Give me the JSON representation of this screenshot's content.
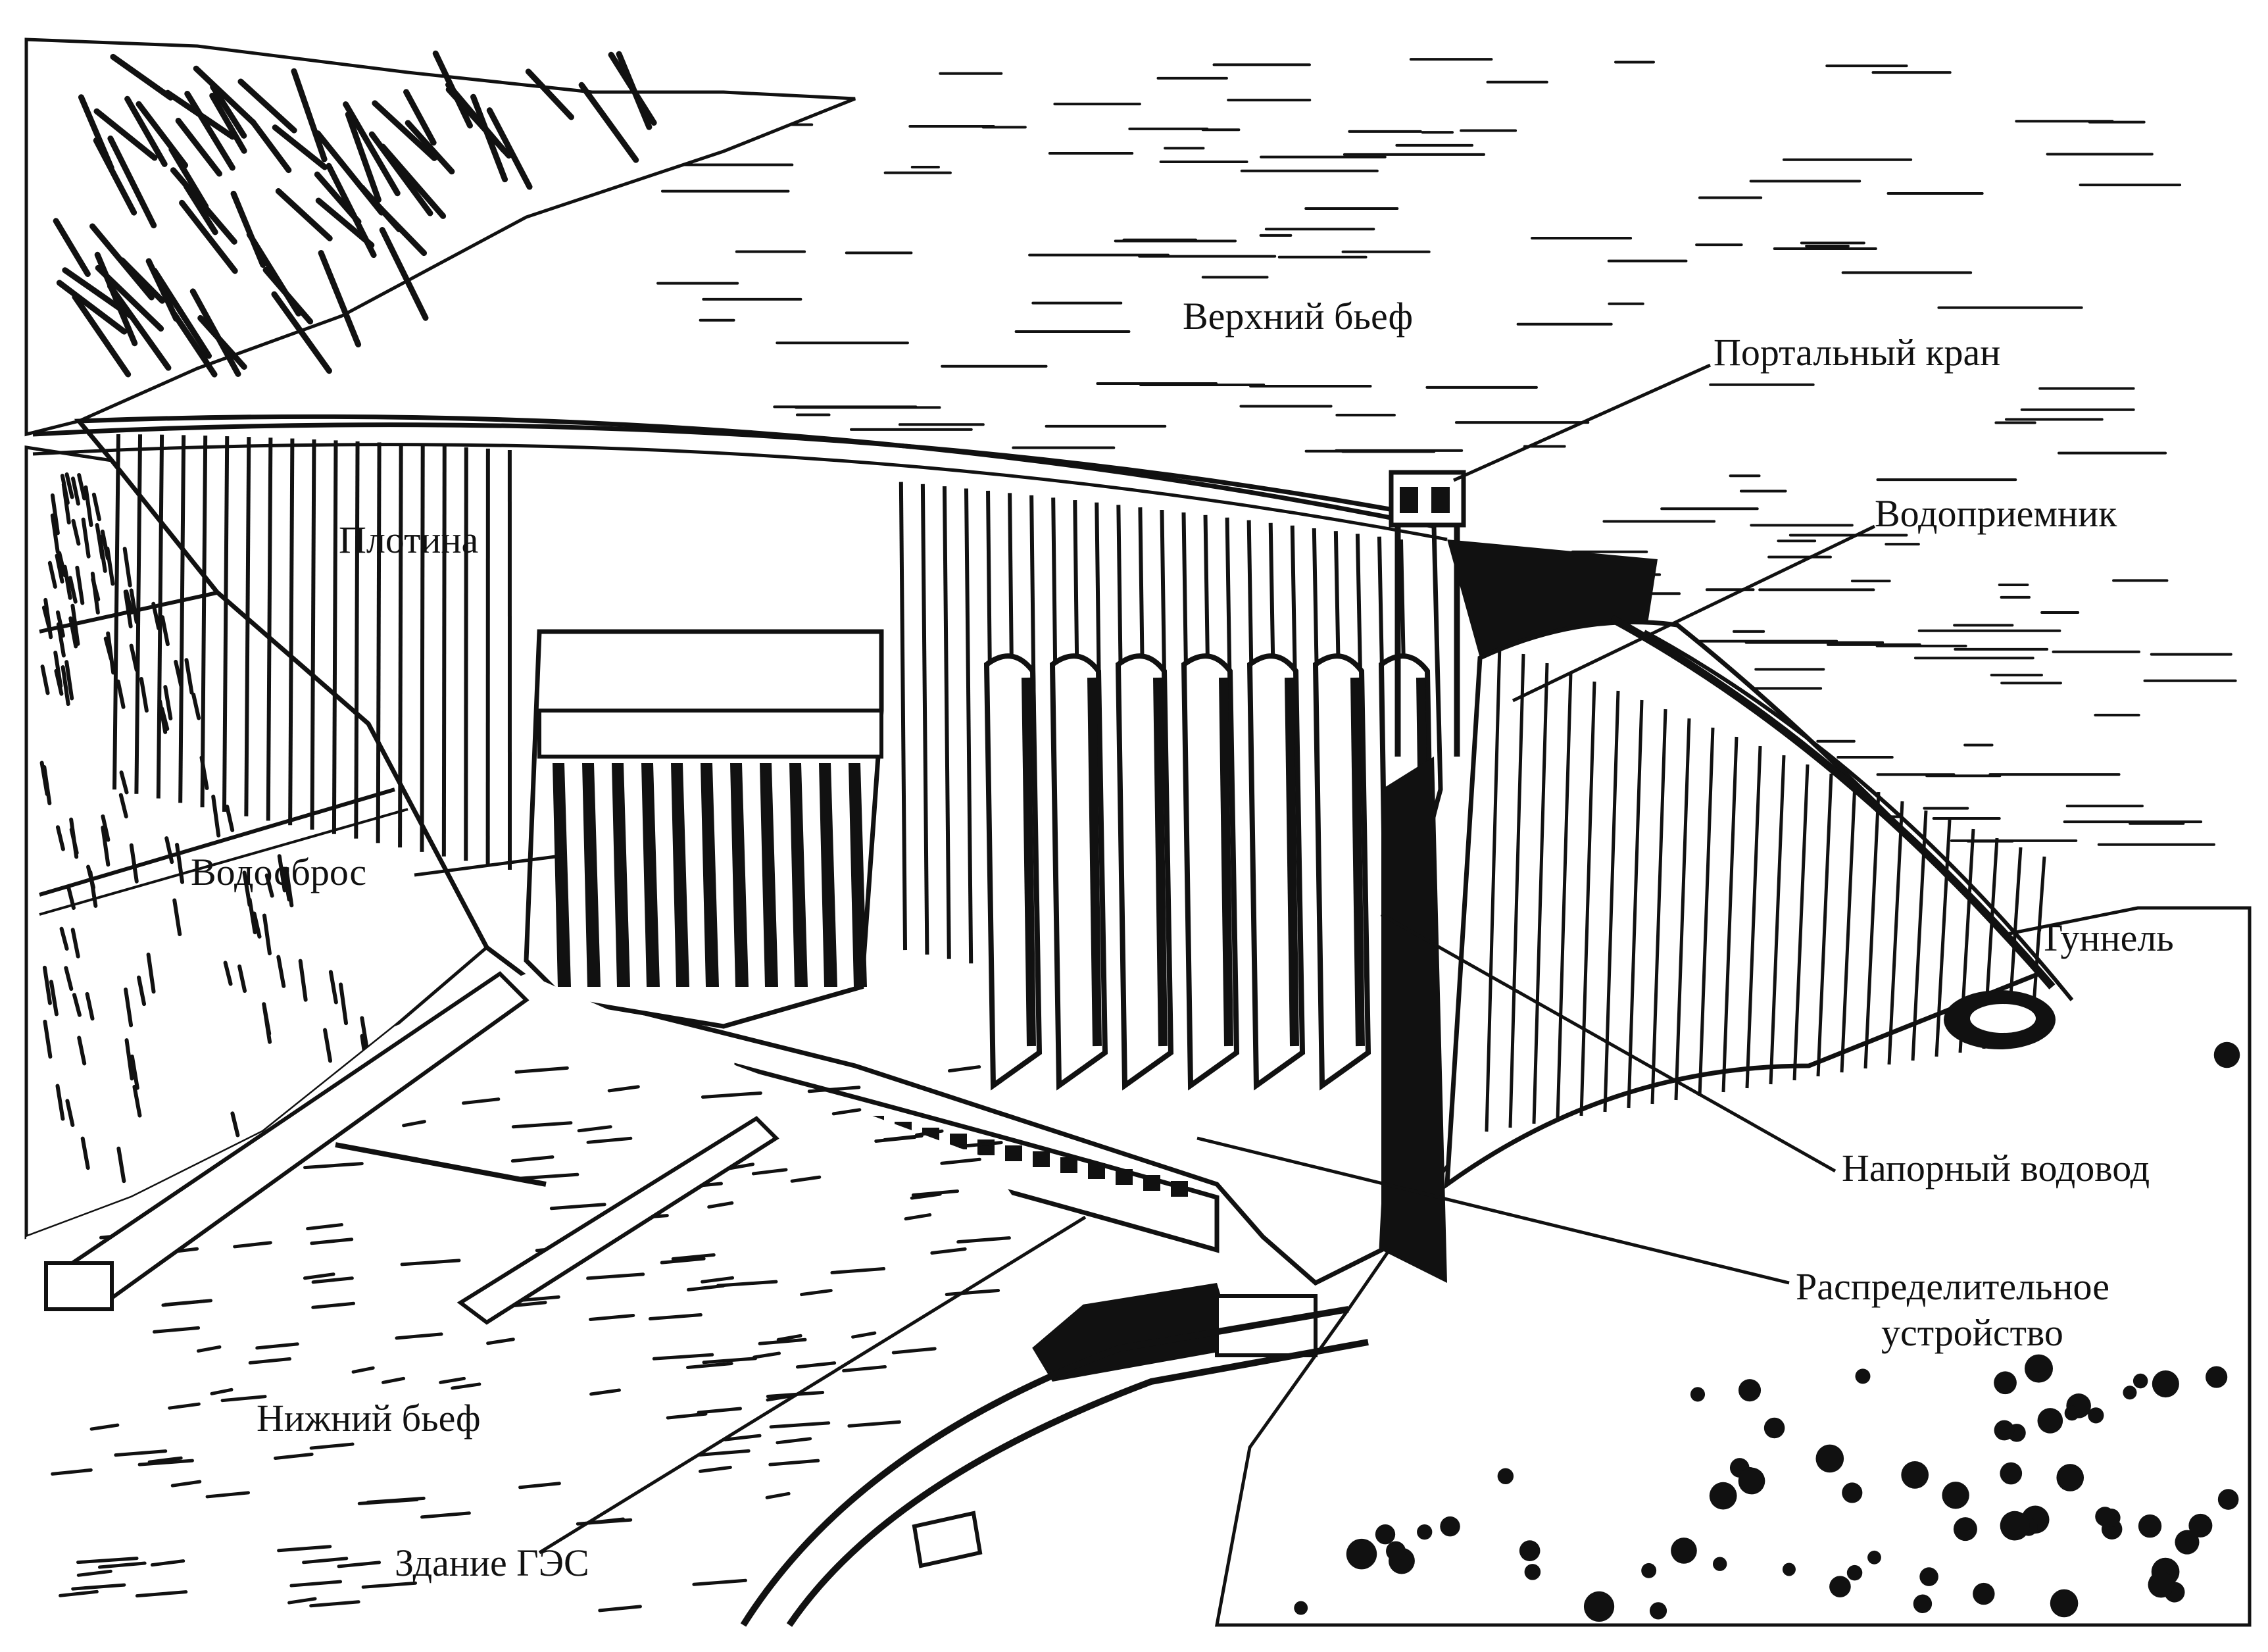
{
  "colors": {
    "ink": "#111111",
    "paper": "#ffffff"
  },
  "labels": {
    "upper_pool": "Верхний бьеф",
    "gantry_crane": "Портальный кран",
    "water_intake": "Водоприемник",
    "dam": "Плотина",
    "spillway": "Водосброс",
    "tunnel": "Туннель",
    "penstock": "Напорный водовод",
    "switchgear_line1": "Распределительное",
    "switchgear_line2": "устройство",
    "lower_pool": "Нижний бьеф",
    "powerhouse": "Здание ГЭС"
  }
}
